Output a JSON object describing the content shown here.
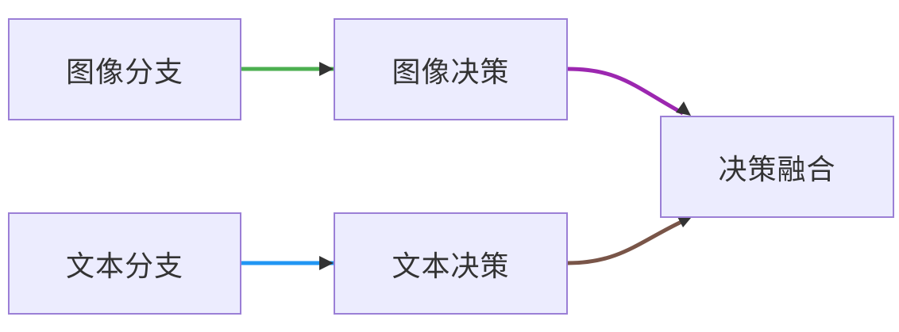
{
  "diagram": {
    "nodes": {
      "image_branch": "图像分支",
      "image_decision": "图像决策",
      "fusion": "决策融合",
      "text_branch": "文本分支",
      "text_decision": "文本决策"
    },
    "edges": [
      {
        "from": "image_branch",
        "to": "image_decision",
        "color": "#4caf50"
      },
      {
        "from": "image_decision",
        "to": "fusion",
        "color": "#9c27b0"
      },
      {
        "from": "text_branch",
        "to": "text_decision",
        "color": "#2196f3"
      },
      {
        "from": "text_decision",
        "to": "fusion",
        "color": "#795548"
      }
    ],
    "colors": {
      "node_fill": "#ececfe",
      "node_border": "#9b7fd6",
      "arrowhead": "#333333"
    }
  }
}
